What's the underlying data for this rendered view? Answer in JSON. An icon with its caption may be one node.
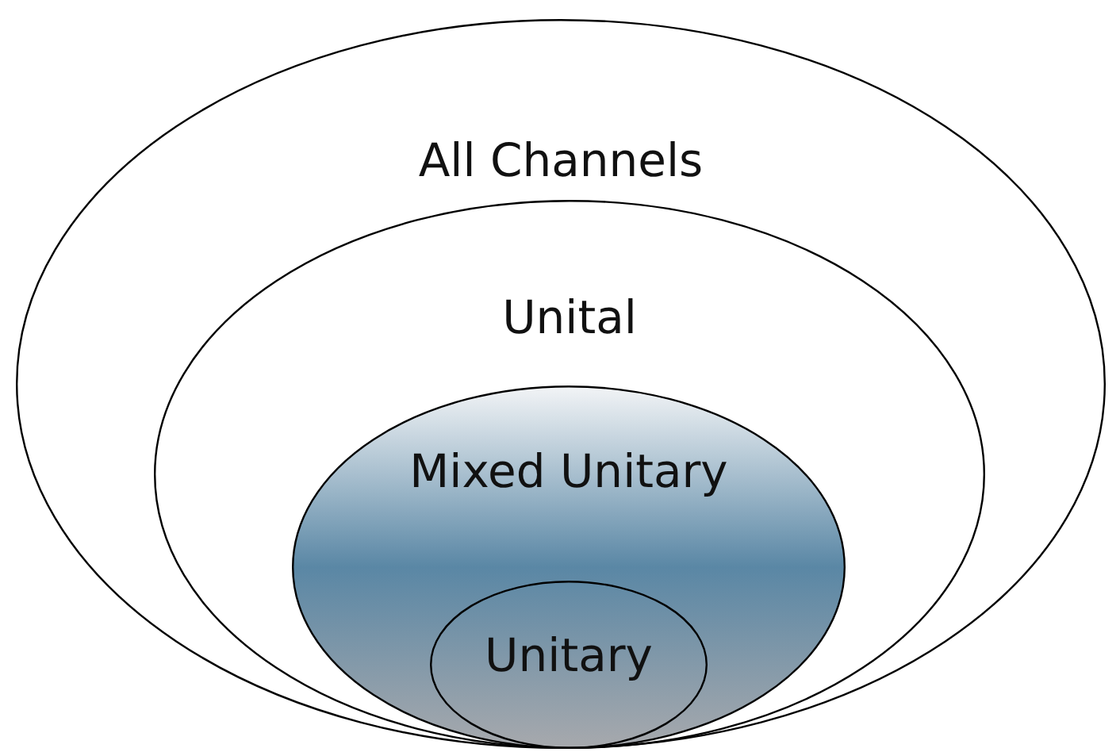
{
  "diagram": {
    "nodes": [
      {
        "text": [
          "All Channels"
        ]
      },
      {
        "text": [
          "Unital"
        ],
        "in": 0
      },
      {
        "text": [
          "Mixed Unitary"
        ],
        "in": 1
      },
      {
        "text": [
          "Unitary"
        ],
        "in": 2
      }
    ]
  }
}
